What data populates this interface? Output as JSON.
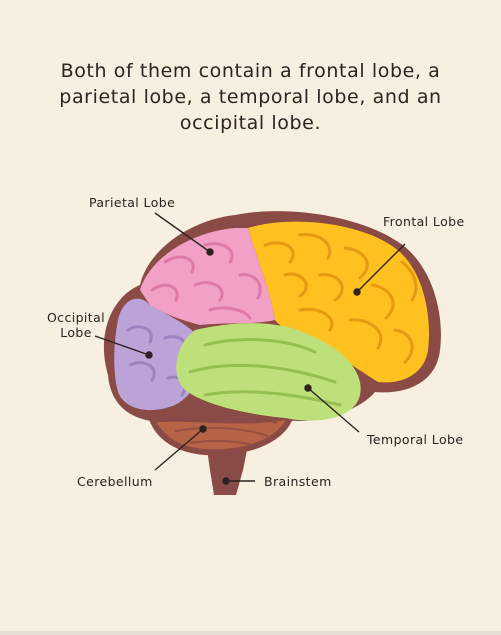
{
  "title": "Both of them contain a frontal lobe, a parietal lobe, a temporal lobe, and an occipital lobe.",
  "labels": {
    "parietal": "Parietal Lobe",
    "frontal": "Frontal Lobe",
    "occipital_line1": "Occipital",
    "occipital_line2": "Lobe",
    "temporal": "Temporal Lobe",
    "cerebellum": "Cerebellum",
    "brainstem": "Brainstem"
  },
  "colors": {
    "background": "#f7efdf",
    "outline": "#8a4a45",
    "parietal": "#f3a0c6",
    "frontal": "#ffc11f",
    "occipital": "#bca3d7",
    "temporal": "#bde07b",
    "cerebellum": "#b66445",
    "brainstem": "#8a4a45"
  }
}
